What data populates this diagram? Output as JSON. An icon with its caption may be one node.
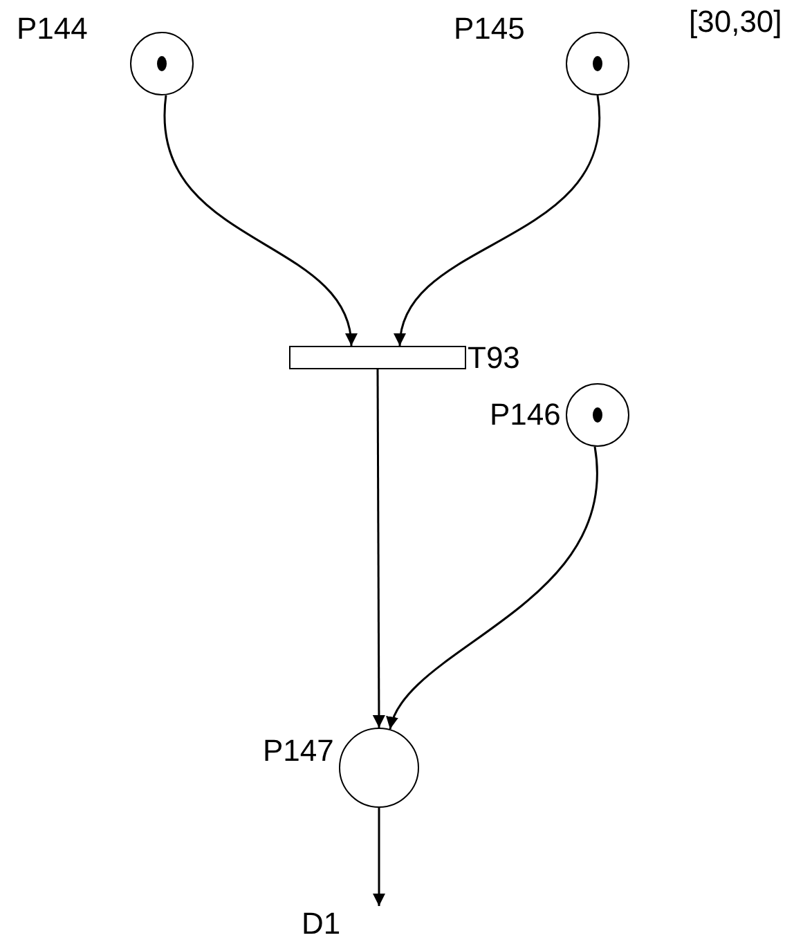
{
  "diagram": {
    "nodes": [
      {
        "text": [
          "P144"
        ]
      },
      {
        "text": [
          "P145"
        ],
        "beside": [
          "[30,30]"
        ]
      },
      {
        "text": [
          "T93"
        ]
      },
      {
        "text": [
          "P146"
        ]
      },
      {
        "text": [
          "P147"
        ]
      },
      {
        "text": [
          "D1"
        ]
      }
    ],
    "edges": [
      {
        "from": 0,
        "to": 2,
        "arrow": "to"
      },
      {
        "from": 1,
        "to": 2,
        "arrow": "to"
      },
      {
        "from": 2,
        "to": 4,
        "arrow": "to"
      },
      {
        "from": 3,
        "to": 4,
        "arrow": "to"
      },
      {
        "from": 4,
        "to": 5,
        "arrow": "to"
      }
    ]
  }
}
